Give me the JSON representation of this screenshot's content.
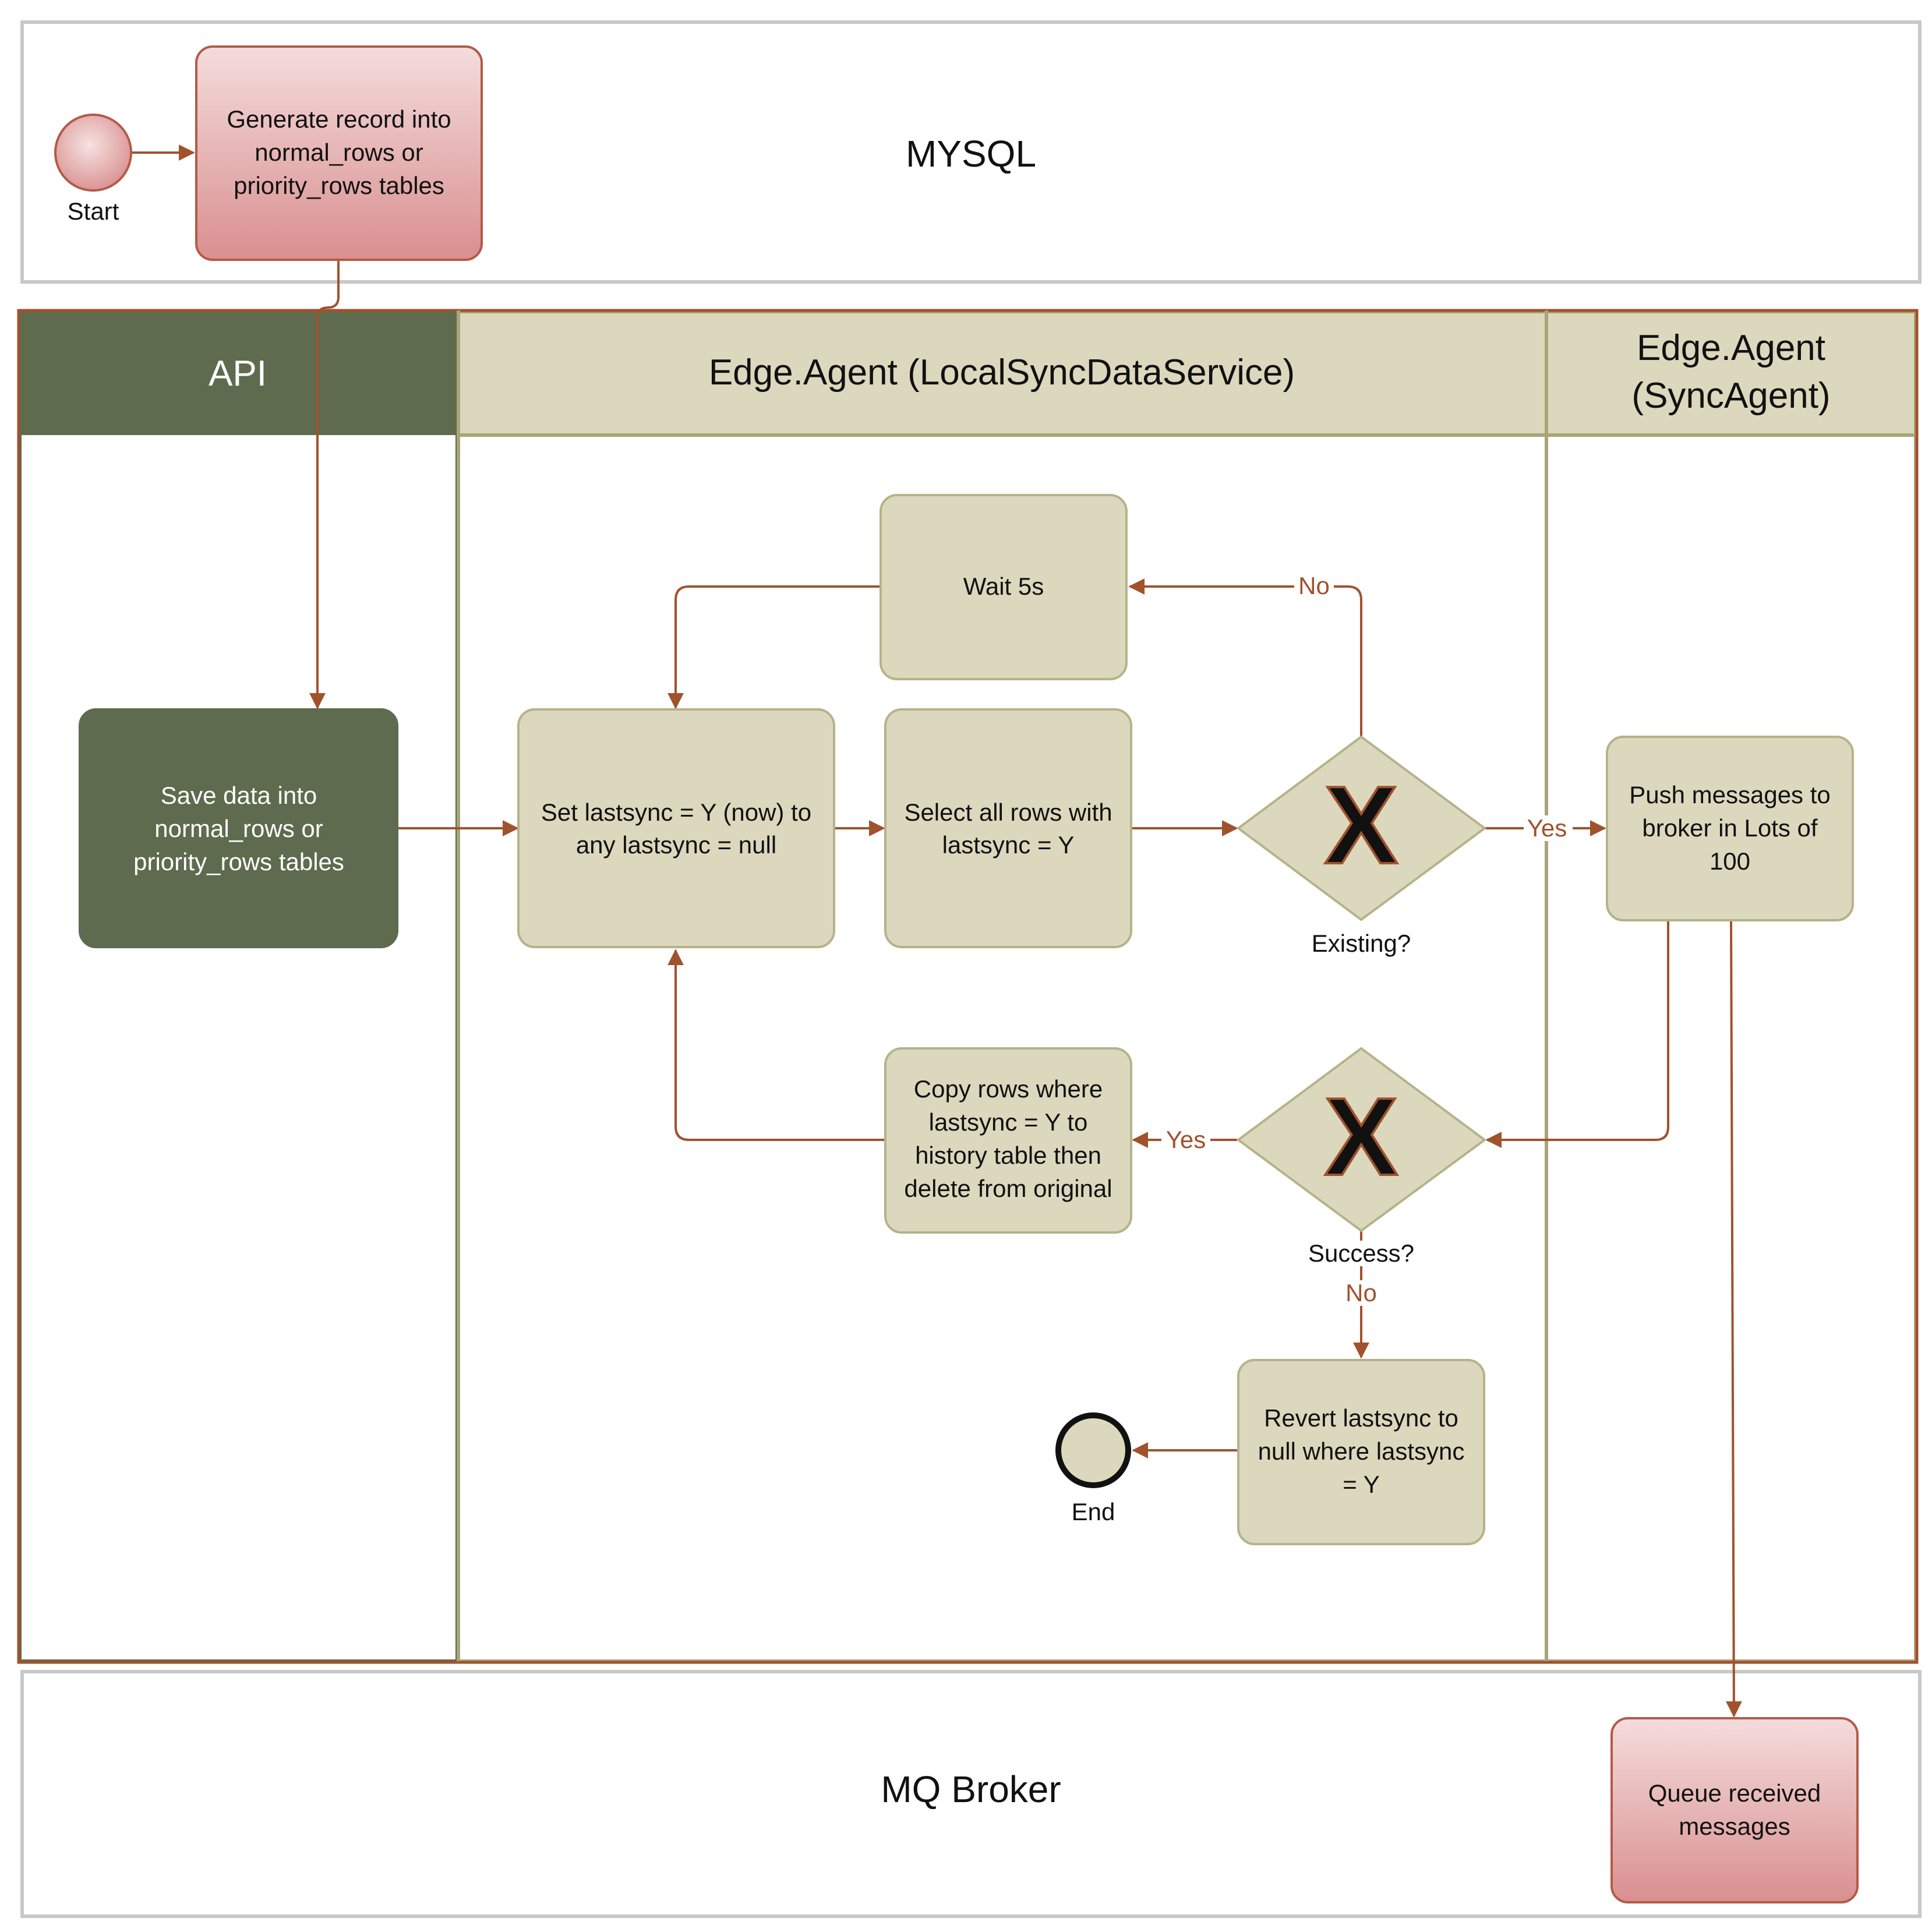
{
  "colors": {
    "arrow": "#a0522d",
    "laneBorderOuter": "#a0522d",
    "laneHeaderDark": "#5e6b4e",
    "laneHeaderLight": "#dcd8bd",
    "laneLine": "#a9a579",
    "taskFill": "#dcd8bd",
    "taskStroke": "#b6b28a",
    "darkTaskFill": "#5e6b4e",
    "pinkTop": "#f3d6d6",
    "pinkBottom": "#d99292",
    "pinkStroke": "#b35a48",
    "poolBorder": "#c8c8c8"
  },
  "pools": {
    "mysql": "MYSQL",
    "mqBroker": "MQ Broker"
  },
  "lanes": {
    "api": "API",
    "localSync": "Edge.Agent (LocalSyncDataService)",
    "syncAgent": [
      "Edge.Agent",
      "(SyncAgent)"
    ]
  },
  "events": {
    "start": "Start",
    "end": "End"
  },
  "tasks": {
    "generate": [
      "Generate record into",
      "normal_rows or",
      "priority_rows tables"
    ],
    "save": [
      "Save data into",
      "normal_rows or",
      "priority_rows tables"
    ],
    "setLastsync": [
      "Set lastsync = Y (now) to",
      "any lastsync = null"
    ],
    "selectRows": [
      "Select all rows with",
      "lastsync =  Y"
    ],
    "wait": [
      "Wait 5s"
    ],
    "push": [
      "Push messages to",
      "broker in Lots of",
      "100"
    ],
    "copyRows": [
      "Copy rows where",
      "lastsync = Y to",
      "history table then",
      "delete from original"
    ],
    "revert": [
      "Revert lastsync to",
      "null where lastsync",
      "= Y"
    ],
    "queue": [
      "Queue received",
      "messages"
    ]
  },
  "gateways": {
    "existing": {
      "symbol": "X",
      "label": "Existing?"
    },
    "success": {
      "symbol": "X",
      "label": "Success?"
    }
  },
  "edgeLabels": {
    "no1": "No",
    "yes1": "Yes",
    "yes2": "Yes",
    "no2": "No"
  }
}
